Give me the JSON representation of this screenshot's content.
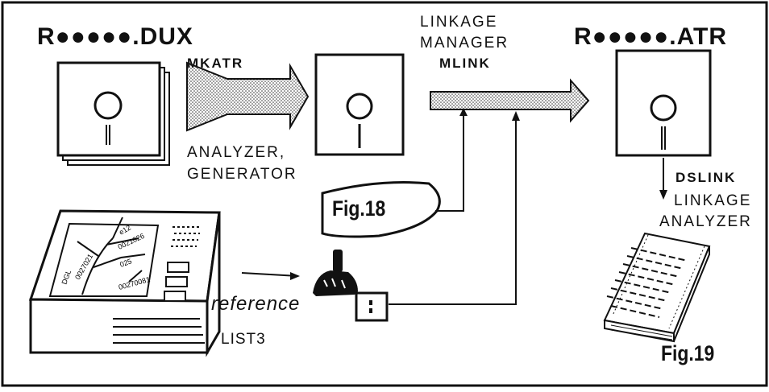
{
  "labels": {
    "source_file": "R●●●●●.DUX",
    "target_file": "R●●●●●.ATR",
    "mkatr": "MKATR",
    "analyzer_line1": "ANALYZER,",
    "analyzer_line2": "GENERATOR",
    "linkage_manager_line1": "LINKAGE",
    "linkage_manager_line2": "MANAGER",
    "mlink": "MLINK",
    "dslink": "DSLINK",
    "linkage_analyzer_line1": "LINKAGE",
    "linkage_analyzer_line2": "ANALYZER",
    "fig18": "Fig.18",
    "fig19": "Fig.19",
    "reference": "reference",
    "list3": "LIST3"
  },
  "colors": {
    "ink": "#111111",
    "paper": "#ffffff",
    "arrow_fill": "#cfcfcf"
  }
}
